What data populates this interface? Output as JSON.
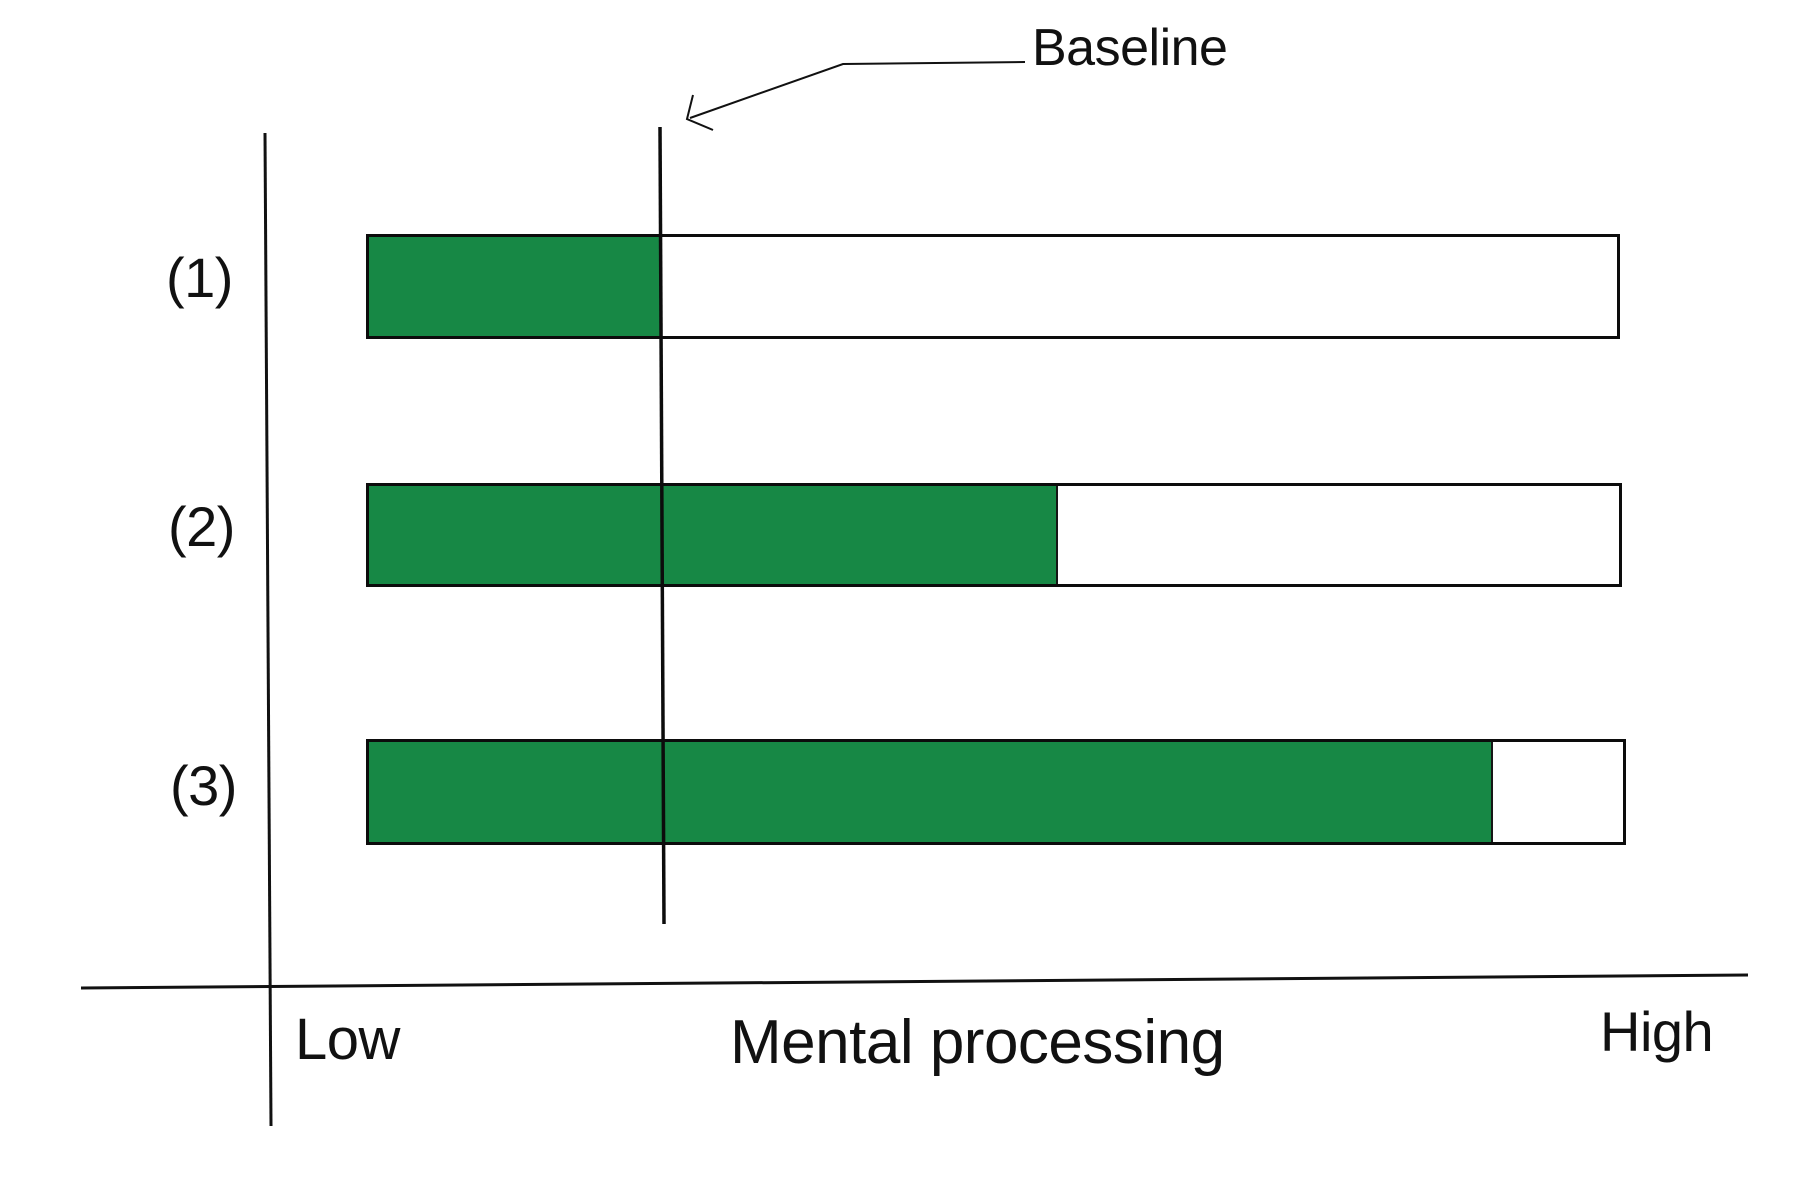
{
  "figure": {
    "annotation": {
      "baseline_label": "Baseline"
    },
    "rows": [
      {
        "label": "(1)"
      },
      {
        "label": "(2)"
      },
      {
        "label": "(3)"
      }
    ],
    "axis": {
      "low_label": "Low",
      "xlabel": "Mental processing",
      "high_label": "High"
    }
  },
  "colors": {
    "bar_fill": "#178845",
    "bar_outline": "#0c0c0c",
    "line": "#111111"
  },
  "chart_data": {
    "type": "bar",
    "orientation": "horizontal",
    "title": "",
    "categories": [
      "(1)",
      "(2)",
      "(3)"
    ],
    "values": [
      0.235,
      0.551,
      0.896
    ],
    "value_scale": "fraction of x-axis from Low (0) to High (1), estimated from bar fill extents",
    "baseline_value": 0.235,
    "baseline_label": "Baseline",
    "xlabel": "Mental processing",
    "x_axis_endpoint_labels": [
      "Low",
      "High"
    ],
    "xlim": [
      0,
      1
    ],
    "grid": false,
    "legend": false,
    "bar_fill_color": "#178845",
    "bar_outline_color": "#000000"
  }
}
